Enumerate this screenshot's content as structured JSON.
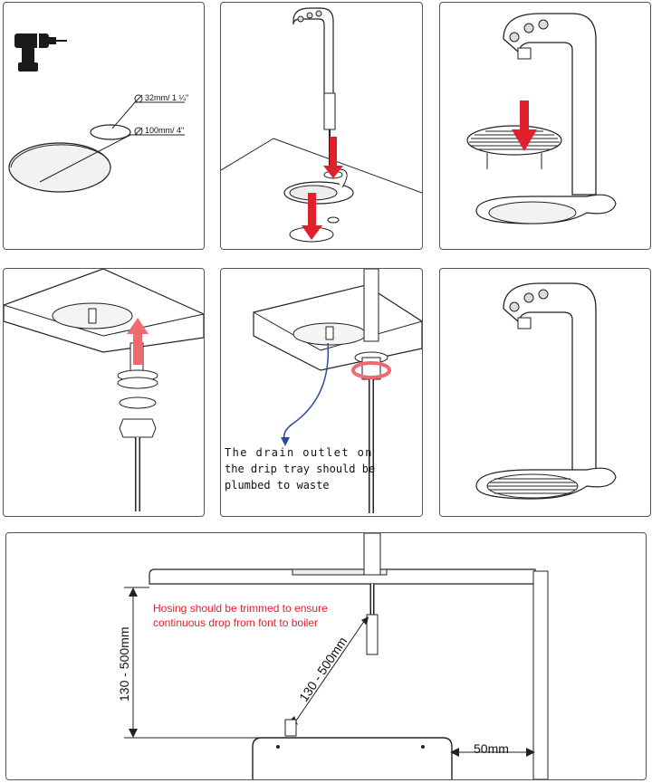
{
  "panel1": {
    "label_small": "32mm/ 1 ¼\"",
    "label_large": "100mm/ 4\""
  },
  "panel5": {
    "drain_note_line1": "The drain outlet on",
    "drain_note_line2": "the drip tray should be",
    "drain_note_line3": "plumbed to waste"
  },
  "panel7": {
    "hosing_note_line1": "Hosing should be trimmed to ensure",
    "hosing_note_line2": "continuous drop from font to boiler",
    "dim_vertical": "130 - 500mm",
    "dim_diagonal": "130 - 500mm",
    "dim_clearance": "50mm"
  },
  "colors": {
    "arrow_red": "#e0202a",
    "arrow_pink": "#f06a72",
    "outline": "#222222",
    "note_red": "#e0202a",
    "drain_blue": "#2a4aa0"
  }
}
